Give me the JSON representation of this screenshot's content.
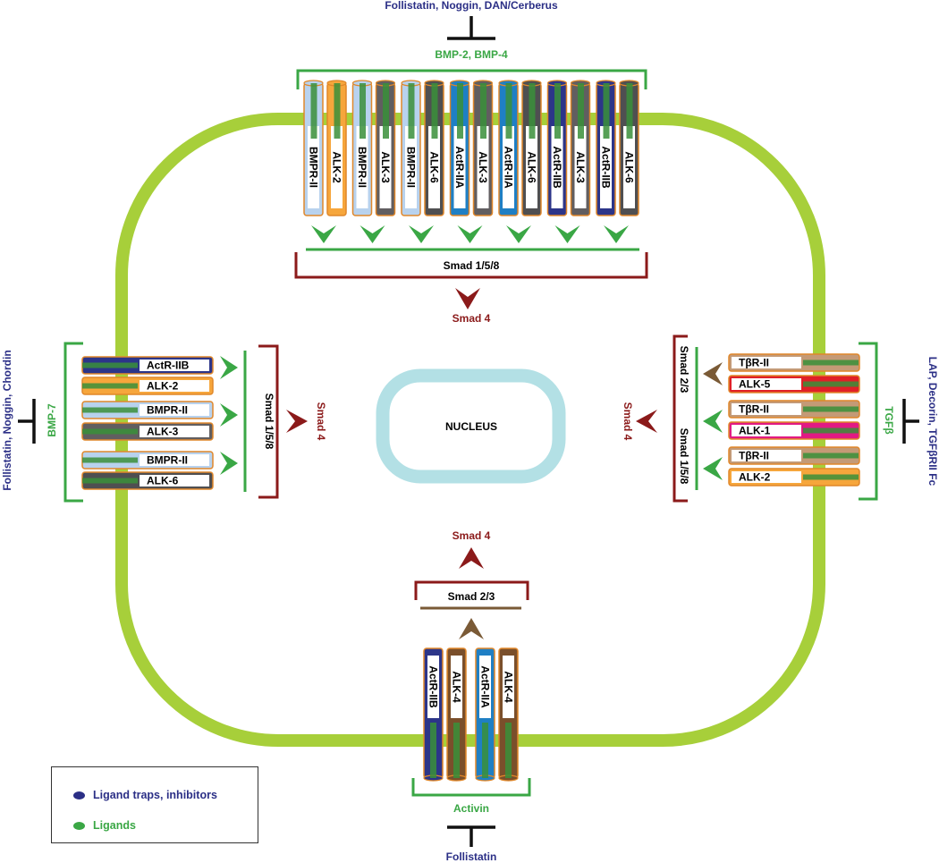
{
  "colors": {
    "membrane": "#a7cf3a",
    "nucleus": "#b3e0e5",
    "ligand": "#3aa745",
    "inhibitor": "#2b2f86",
    "smad4": "#8b1a1a",
    "smad23": "#7a5a36",
    "bracket_ligand": "#3aa745",
    "bracket_smad": "#8b1a1a",
    "BMPR-II": "#b8d2ee",
    "ALK-2": "#f6a63c",
    "ALK-3": "#615e60",
    "ALK-6": "#4f4f51",
    "ActR-IIA": "#1f7fc4",
    "ActR-IIB": "#2c3589",
    "ALK-4": "#7a4f2b",
    "ALK-5": "#e02027",
    "ALK-1": "#e21a83",
    "TbRII": "#c49a76"
  },
  "nucleus": {
    "label": "NUCLEUS"
  },
  "top": {
    "inhibitors": "Follistatin, Noggin, DAN/Cerberus",
    "ligands": "BMP-2, BMP-4",
    "receptors": [
      "BMPR-II",
      "ALK-2",
      "BMPR-II",
      "ALK-3",
      "BMPR-II",
      "ALK-6",
      "ActR-IIA",
      "ALK-3",
      "ActR-IIA",
      "ALK-6",
      "ActR-IIB",
      "ALK-3",
      "ActR-IIB",
      "ALK-6"
    ],
    "smad": "Smad 1/5/8",
    "smad4": "Smad 4"
  },
  "left": {
    "inhibitors": "Follistatin, Noggin, Chordin",
    "ligands": "BMP-7",
    "receptors": [
      "ActR-IIB",
      "ALK-2",
      "BMPR-II",
      "ALK-3",
      "BMPR-II",
      "ALK-6"
    ],
    "smad": "Smad 1/5/8",
    "smad4": "Smad 4"
  },
  "right": {
    "inhibitors": "LAP, Decorin, TGFβRII Fc",
    "ligands": "TGFβ",
    "receptors": [
      "TβR-II",
      "ALK-5",
      "TβR-II",
      "ALK-1",
      "TβR-II",
      "ALK-2"
    ],
    "smad_a": "Smad 2/3",
    "smad_b": "Smad 1/5/8",
    "smad4": "Smad 4"
  },
  "bottom": {
    "inhibitors": "Follistatin",
    "ligands": "Activin",
    "receptors": [
      "ActR-IIB",
      "ALK-4",
      "ActR-IIA",
      "ALK-4"
    ],
    "smad": "Smad 2/3",
    "smad4": "Smad 4"
  },
  "legend": {
    "items": [
      {
        "label": "Ligand traps, inhibitors",
        "color": "#2b2f86"
      },
      {
        "label": "Ligands",
        "color": "#3aa745"
      }
    ]
  }
}
